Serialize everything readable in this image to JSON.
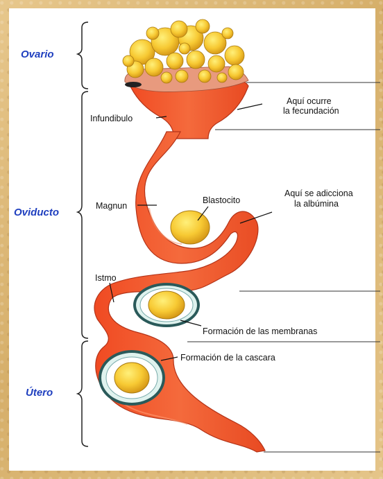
{
  "regions": {
    "ovario": "Ovario",
    "oviducto": "Oviducto",
    "utero": "Útero"
  },
  "labels": {
    "infundibulo": "Infundibulo",
    "magnun": "Magnun",
    "istmo": "Istmo",
    "blastocito": "Blastocito",
    "fecundacion_line1": "Aquí ocurre",
    "fecundacion_line2": "la fecundación",
    "albumina_line1": "Aquí se adicciona",
    "albumina_line2": "la albúmina",
    "membranas": "Formación de las membranas",
    "cascara": "Formación de la cascara"
  },
  "colors": {
    "tract": "#f0592e",
    "tract_outline": "#b33318",
    "yolk": "#f7c933",
    "region_text": "#1f3fbf",
    "background": "#e0bd7c"
  }
}
